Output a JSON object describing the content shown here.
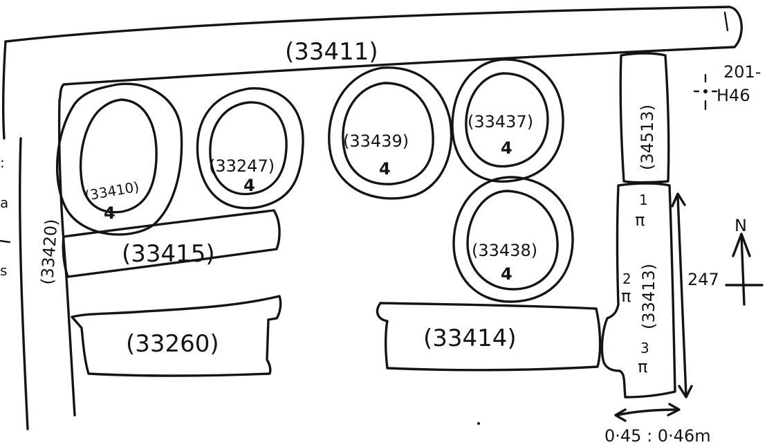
{
  "diagram": {
    "features": {
      "f33411": "(33411)",
      "f33410": "(33410)",
      "f33410_n": "4",
      "f33247": "(33247)",
      "f33247_n": "4",
      "f33439": "(33439)",
      "f33439_n": "4",
      "f33437": "(33437)",
      "f33437_n": "4",
      "f33438": "(33438)",
      "f33438_n": "4",
      "f33415": "(33415)",
      "f33420": "(33420)",
      "f33260": "(33260)",
      "f33414": "(33414)",
      "f34513": "(34513)",
      "f33413": "(33413)"
    },
    "stone_marks": {
      "mark1_num": "1",
      "mark1_sym": "π",
      "mark2_num": "2",
      "mark2_sym": "π",
      "mark3_num": "3",
      "mark3_sym": "π"
    },
    "annotations": {
      "length": "247",
      "width": "0·45 : 0·46m",
      "datum_line1": "201-",
      "datum_line2": "H46",
      "north": "N"
    }
  }
}
